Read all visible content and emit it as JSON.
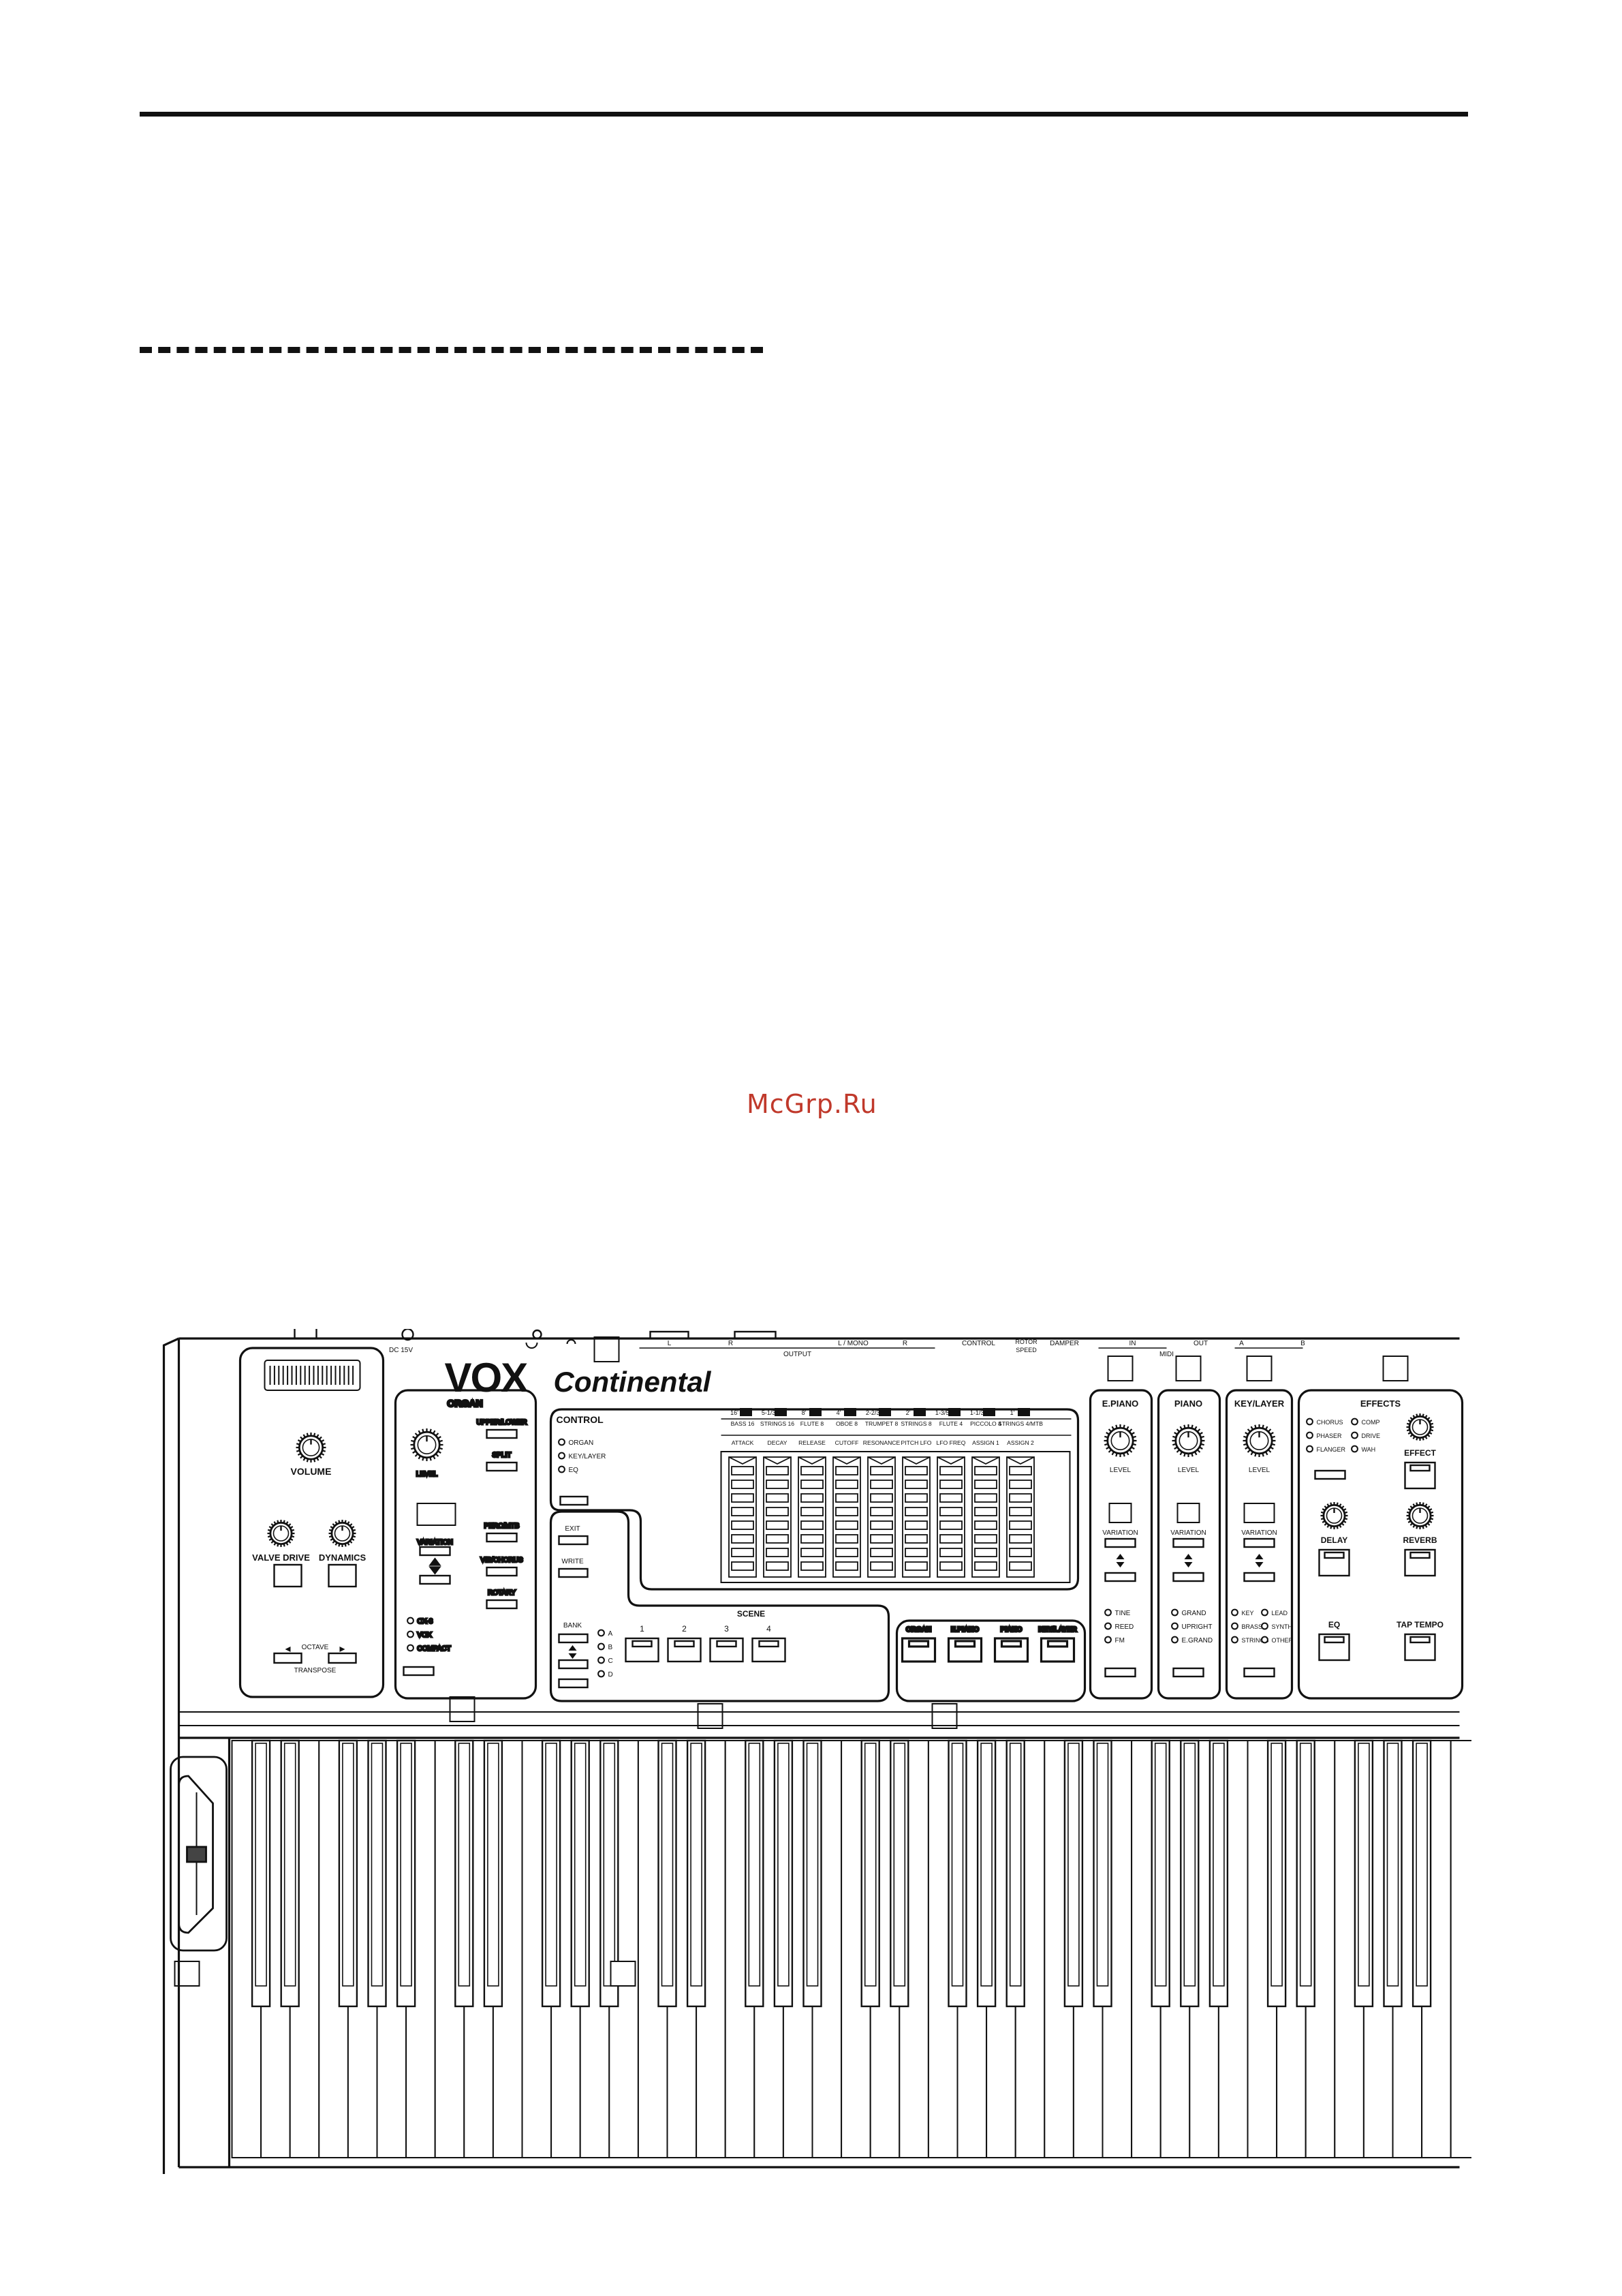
{
  "watermark": "McGrp.Ru",
  "brand": {
    "logo": "VOX",
    "model": "Continental"
  },
  "rear_panel": {
    "dc": "DC 15V",
    "output_label": "OUTPUT",
    "output_jacks": [
      "L",
      "R",
      "L / MONO",
      "R"
    ],
    "control": "CONTROL",
    "rotor_speed": [
      "ROTOR",
      "SPEED"
    ],
    "damper": "DAMPER",
    "midi_label": "MIDI",
    "midi_ports": [
      "IN",
      "OUT"
    ],
    "usb_ports": [
      "A",
      "B"
    ]
  },
  "master": {
    "volume": "VOLUME",
    "valve_drive": "VALVE DRIVE",
    "dynamics": "DYNAMICS",
    "octave": "OCTAVE",
    "transpose": "TRANSPOSE"
  },
  "organ": {
    "title": "ORGAN",
    "level": "LEVEL",
    "upper_lower": "UPPER/LOWER",
    "split": "SPLIT",
    "perc_mtb": "PERC/MTB",
    "vib_chorus": "VIB/CHORUS",
    "rotary": "ROTARY",
    "variation": "VARIATION",
    "types": [
      "CX-3",
      "VOX",
      "COMPACT"
    ]
  },
  "control": {
    "title": "CONTROL",
    "modes": [
      "ORGAN",
      "KEY/LAYER",
      "EQ"
    ],
    "organ_labels": [
      "16'",
      "5-1/3'",
      "8'",
      "4'",
      "2-2/3'",
      "2'",
      "1-3/5'",
      "1-1/3'",
      "1'"
    ],
    "drawbar_row1": [
      "BASS 16",
      "STRINGS 16",
      "FLUTE 8",
      "OBOE 8",
      "TRUMPET 8",
      "STRINGS 8",
      "FLUTE 4",
      "PICCOLO 4",
      "STRINGS 4/MTB"
    ],
    "drawbar_row2": [
      "ATTACK",
      "DECAY",
      "RELEASE",
      "CUTOFF",
      "RESONANCE",
      "PITCH LFO",
      "LFO FREQ",
      "ASSIGN 1",
      "ASSIGN 2"
    ]
  },
  "scene": {
    "exit": "EXIT",
    "write": "WRITE",
    "bank": "BANK",
    "banks": [
      "A",
      "B",
      "C",
      "D"
    ],
    "title": "SCENE",
    "numbers": [
      "1",
      "2",
      "3",
      "4"
    ]
  },
  "part_select": [
    "ORGAN",
    "E.PIANO",
    "PIANO",
    "KEY/LAYER"
  ],
  "epiano": {
    "title": "E.PIANO",
    "level": "LEVEL",
    "variation": "VARIATION",
    "types": [
      "TINE",
      "REED",
      "FM"
    ]
  },
  "piano": {
    "title": "PIANO",
    "level": "LEVEL",
    "variation": "VARIATION",
    "types": [
      "GRAND",
      "UPRIGHT",
      "E.GRAND"
    ]
  },
  "keylayer": {
    "title": "KEY/LAYER",
    "level": "LEVEL",
    "variation": "VARIATION",
    "types_left": [
      "KEY",
      "BRASS",
      "STRINGS"
    ],
    "types_right": [
      "LEAD",
      "SYNTH",
      "OTHER"
    ]
  },
  "effects": {
    "title": "EFFECTS",
    "types_left": [
      "CHORUS",
      "PHASER",
      "FLANGER"
    ],
    "types_right": [
      "COMP",
      "DRIVE",
      "WAH"
    ],
    "effect": "EFFECT",
    "delay": "DELAY",
    "reverb": "REVERB",
    "eq": "EQ",
    "tap_tempo": "TAP TEMPO"
  }
}
